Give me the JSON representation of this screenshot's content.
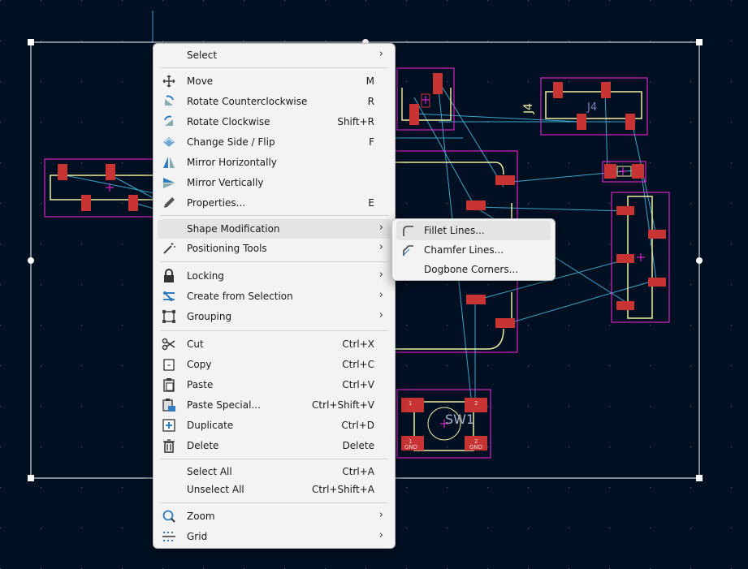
{
  "context_menu": {
    "items": [
      {
        "label": "Select",
        "shortcut": "",
        "submenu": true,
        "icon": ""
      },
      {
        "label": "Move",
        "shortcut": "M",
        "submenu": false,
        "icon": "move-icon"
      },
      {
        "label": "Rotate Counterclockwise",
        "shortcut": "R",
        "submenu": false,
        "icon": "rotate-ccw-icon"
      },
      {
        "label": "Rotate Clockwise",
        "shortcut": "Shift+R",
        "submenu": false,
        "icon": "rotate-cw-icon"
      },
      {
        "label": "Change Side / Flip",
        "shortcut": "F",
        "submenu": false,
        "icon": "flip-icon"
      },
      {
        "label": "Mirror Horizontally",
        "shortcut": "",
        "submenu": false,
        "icon": "mirror-h-icon"
      },
      {
        "label": "Mirror Vertically",
        "shortcut": "",
        "submenu": false,
        "icon": "mirror-v-icon"
      },
      {
        "label": "Properties...",
        "shortcut": "E",
        "submenu": false,
        "icon": "pencil-icon"
      },
      {
        "label": "Shape Modification",
        "shortcut": "",
        "submenu": true,
        "icon": ""
      },
      {
        "label": "Positioning Tools",
        "shortcut": "",
        "submenu": true,
        "icon": "wand-icon"
      },
      {
        "label": "Locking",
        "shortcut": "",
        "submenu": true,
        "icon": "lock-icon"
      },
      {
        "label": "Create from Selection",
        "shortcut": "",
        "submenu": true,
        "icon": "create-selection-icon"
      },
      {
        "label": "Grouping",
        "shortcut": "",
        "submenu": true,
        "icon": "group-icon"
      },
      {
        "label": "Cut",
        "shortcut": "Ctrl+X",
        "submenu": false,
        "icon": "scissors-icon"
      },
      {
        "label": "Copy",
        "shortcut": "Ctrl+C",
        "submenu": false,
        "icon": "copy-icon"
      },
      {
        "label": "Paste",
        "shortcut": "Ctrl+V",
        "submenu": false,
        "icon": "paste-icon"
      },
      {
        "label": "Paste Special...",
        "shortcut": "Ctrl+Shift+V",
        "submenu": false,
        "icon": "paste-special-icon"
      },
      {
        "label": "Duplicate",
        "shortcut": "Ctrl+D",
        "submenu": false,
        "icon": "duplicate-icon"
      },
      {
        "label": "Delete",
        "shortcut": "Delete",
        "submenu": false,
        "icon": "trash-icon"
      },
      {
        "label": "Select All",
        "shortcut": "Ctrl+A",
        "submenu": false,
        "icon": ""
      },
      {
        "label": "Unselect All",
        "shortcut": "Ctrl+Shift+A",
        "submenu": false,
        "icon": ""
      },
      {
        "label": "Zoom",
        "shortcut": "",
        "submenu": true,
        "icon": "zoom-icon"
      },
      {
        "label": "Grid",
        "shortcut": "",
        "submenu": true,
        "icon": "grid-icon"
      }
    ]
  },
  "submenu_shape_modification": {
    "items": [
      {
        "label": "Fillet Lines...",
        "icon": "fillet-icon"
      },
      {
        "label": "Chamfer Lines...",
        "icon": "chamfer-icon"
      },
      {
        "label": "Dogbone Corners...",
        "icon": ""
      }
    ]
  },
  "board": {
    "refs": {
      "j4_silk": "J4",
      "j4_value": "J4",
      "sw1": "SW1"
    },
    "pads": [
      "1",
      "2",
      "1",
      "2",
      "GND",
      "GND"
    ]
  },
  "colors": {
    "background": "#001023",
    "courtyard": "#ff26e2",
    "pad": "#c83434",
    "silkscreen": "#f2eda1",
    "ratsnest": "#3aa5c7",
    "selection": "#ffffff",
    "menu_bg": "#f3f3f3",
    "menu_highlight": "#e4e4e4",
    "icon_blue": "#2f7cc1"
  }
}
